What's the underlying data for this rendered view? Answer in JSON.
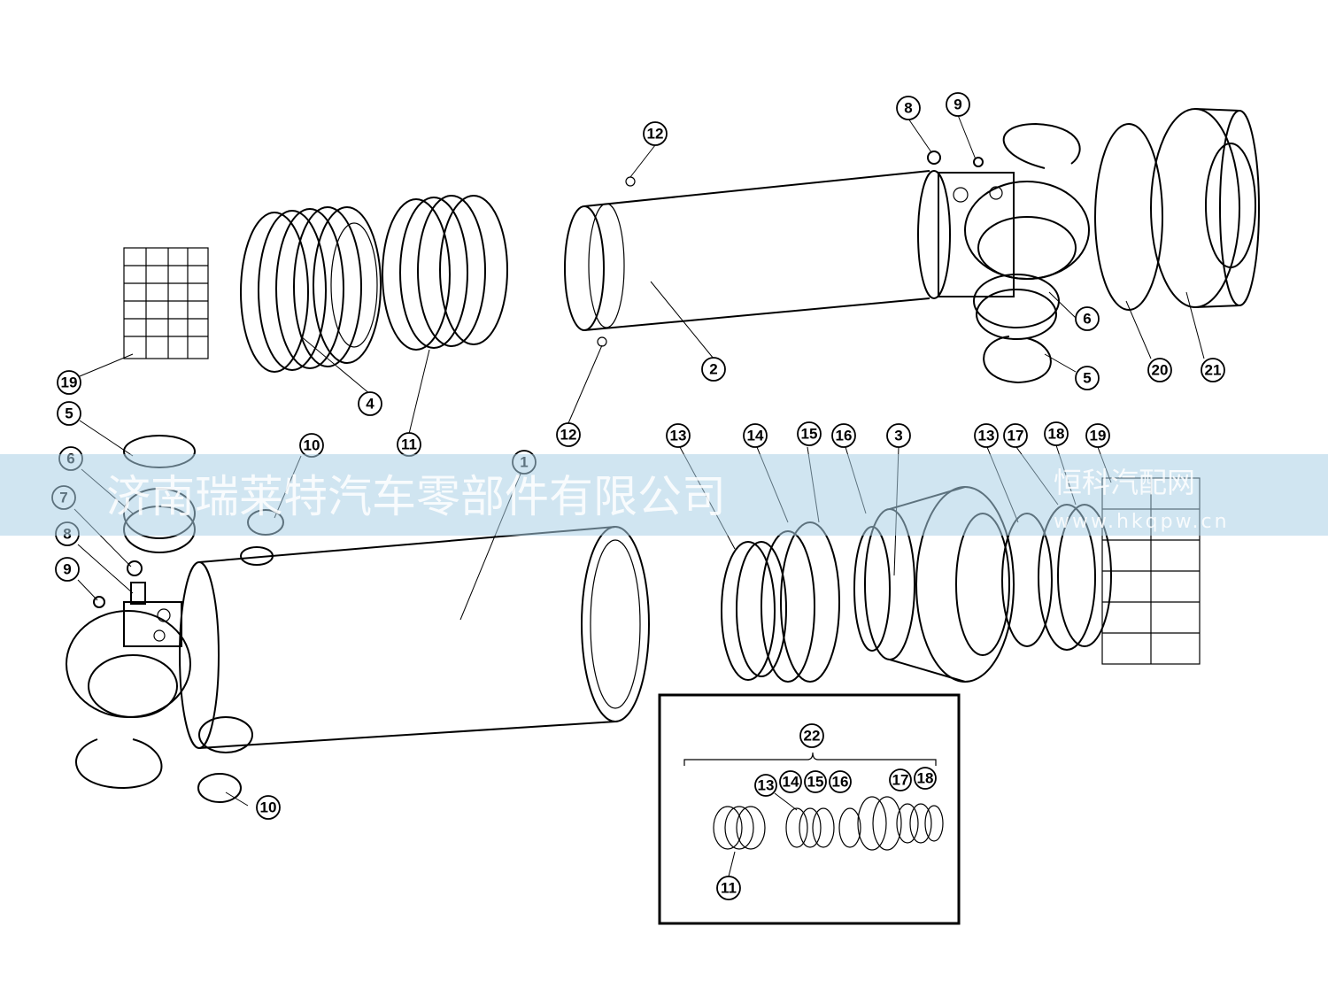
{
  "watermark": {
    "company": "济南瑞莱特汽车零部件有限公司",
    "site_name": "恒科汽配网",
    "site_url": "www.hkqpw.cn",
    "band_color": "#a9cfe6"
  },
  "inset": {
    "assembly_label": "22"
  },
  "callouts": [
    {
      "id": "c1",
      "label": "1"
    },
    {
      "id": "c2",
      "label": "2"
    },
    {
      "id": "c3",
      "label": "3"
    },
    {
      "id": "c4",
      "label": "4"
    },
    {
      "id": "c5a",
      "label": "5"
    },
    {
      "id": "c5b",
      "label": "5"
    },
    {
      "id": "c6a",
      "label": "6"
    },
    {
      "id": "c6b",
      "label": "6"
    },
    {
      "id": "c7",
      "label": "7"
    },
    {
      "id": "c8a",
      "label": "8"
    },
    {
      "id": "c8b",
      "label": "8"
    },
    {
      "id": "c9a",
      "label": "9"
    },
    {
      "id": "c9b",
      "label": "9"
    },
    {
      "id": "c10a",
      "label": "10"
    },
    {
      "id": "c10b",
      "label": "10"
    },
    {
      "id": "c11a",
      "label": "11"
    },
    {
      "id": "c11b",
      "label": "11"
    },
    {
      "id": "c12a",
      "label": "12"
    },
    {
      "id": "c12b",
      "label": "12"
    },
    {
      "id": "c13a",
      "label": "13"
    },
    {
      "id": "c13b",
      "label": "13"
    },
    {
      "id": "c13c",
      "label": "13"
    },
    {
      "id": "c14a",
      "label": "14"
    },
    {
      "id": "c14b",
      "label": "14"
    },
    {
      "id": "c15a",
      "label": "15"
    },
    {
      "id": "c15b",
      "label": "15"
    },
    {
      "id": "c16a",
      "label": "16"
    },
    {
      "id": "c16b",
      "label": "16"
    },
    {
      "id": "c17a",
      "label": "17"
    },
    {
      "id": "c17b",
      "label": "17"
    },
    {
      "id": "c18a",
      "label": "18"
    },
    {
      "id": "c18b",
      "label": "18"
    },
    {
      "id": "c19a",
      "label": "19"
    },
    {
      "id": "c19b",
      "label": "19"
    },
    {
      "id": "c20",
      "label": "20"
    },
    {
      "id": "c21",
      "label": "21"
    }
  ]
}
